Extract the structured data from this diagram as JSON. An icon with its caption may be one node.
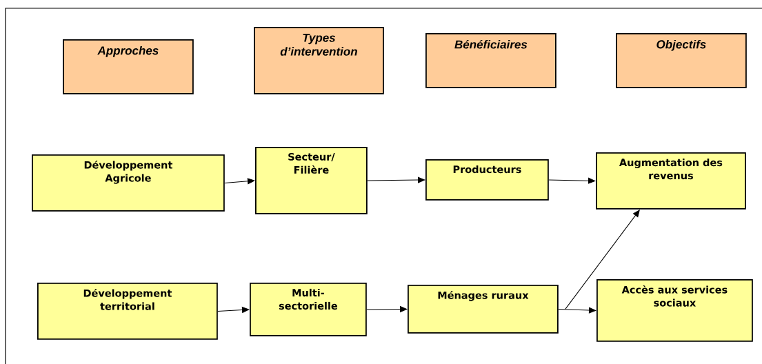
{
  "diagram": {
    "nodes": [
      {
        "text": [
          "Approches"
        ]
      },
      {
        "text": [
          "Types d’intervention"
        ]
      },
      {
        "text": [
          "Bénéficiaires"
        ]
      },
      {
        "text": [
          "Objectifs"
        ]
      },
      {
        "text": [
          "Développement Agricole"
        ]
      },
      {
        "text": [
          "Secteur/ Filière"
        ]
      },
      {
        "text": [
          "Producteurs"
        ]
      },
      {
        "text": [
          "Augmentation des revenus"
        ]
      },
      {
        "text": [
          "Développement territorial"
        ]
      },
      {
        "text": [
          "Multi-sectorielle"
        ]
      },
      {
        "text": [
          "Ménages ruraux"
        ]
      },
      {
        "text": [
          "Accès aux services sociaux"
        ]
      }
    ],
    "edges": [
      {
        "from": 4,
        "to": 5,
        "arrow": "to"
      },
      {
        "from": 5,
        "to": 6,
        "arrow": "to"
      },
      {
        "from": 6,
        "to": 7,
        "arrow": "to"
      },
      {
        "from": 8,
        "to": 9,
        "arrow": "to"
      },
      {
        "from": 9,
        "to": 10,
        "arrow": "to"
      },
      {
        "from": 10,
        "to": 7,
        "arrow": "to"
      },
      {
        "from": 10,
        "to": 11,
        "arrow": "to"
      }
    ]
  }
}
